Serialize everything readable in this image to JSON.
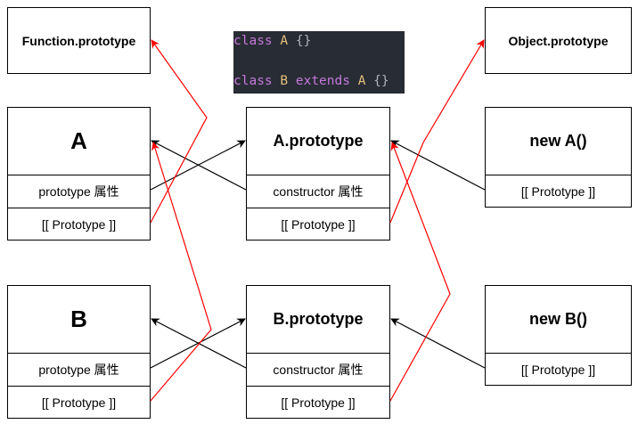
{
  "code": {
    "line1": {
      "kw": "class",
      "name": "A",
      "brace": "{}"
    },
    "line2": {
      "kw1": "class",
      "name": "B",
      "kw2": "extends",
      "parent": "A",
      "brace": "{}"
    }
  },
  "function_prototype": {
    "title": "Function.prototype"
  },
  "object_prototype": {
    "title": "Object.prototype"
  },
  "class_a": {
    "title": "A",
    "prop": "prototype 属性",
    "proto": "[[ Prototype ]]"
  },
  "a_prototype": {
    "title": "A.prototype",
    "prop": "constructor 属性",
    "proto": "[[ Prototype ]]"
  },
  "new_a": {
    "title": "new A()",
    "proto": "[[ Prototype ]]"
  },
  "class_b": {
    "title": "B",
    "prop": "prototype 属性",
    "proto": "[[ Prototype ]]"
  },
  "b_prototype": {
    "title": "B.prototype",
    "prop": "constructor 属性",
    "proto": "[[ Prototype ]]"
  },
  "new_b": {
    "title": "new B()",
    "proto": "[[ Prototype ]]"
  },
  "colors": {
    "black_link": "#000000",
    "red_link": "#ff0000"
  }
}
